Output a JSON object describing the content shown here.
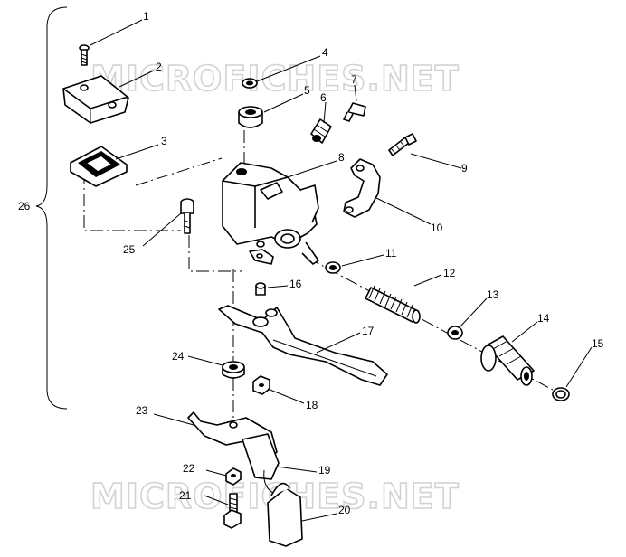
{
  "watermarks": [
    "MICROFICHES.NET",
    "MICROFICHES.NET"
  ],
  "assembly_callout": "26",
  "callouts": [
    "1",
    "2",
    "3",
    "4",
    "5",
    "6",
    "7",
    "8",
    "9",
    "10",
    "11",
    "12",
    "13",
    "14",
    "15",
    "16",
    "17",
    "18",
    "19",
    "20",
    "21",
    "22",
    "23",
    "24",
    "25"
  ],
  "icons": [
    "bolt",
    "reservoir-cover",
    "diaphragm",
    "washer",
    "bushing",
    "fitting",
    "bleeder",
    "master-cylinder",
    "clamp",
    "spring",
    "cup-seal",
    "piston",
    "snap-ring",
    "brake-lever",
    "nut",
    "bracket",
    "switch",
    "plate",
    "spacer"
  ]
}
